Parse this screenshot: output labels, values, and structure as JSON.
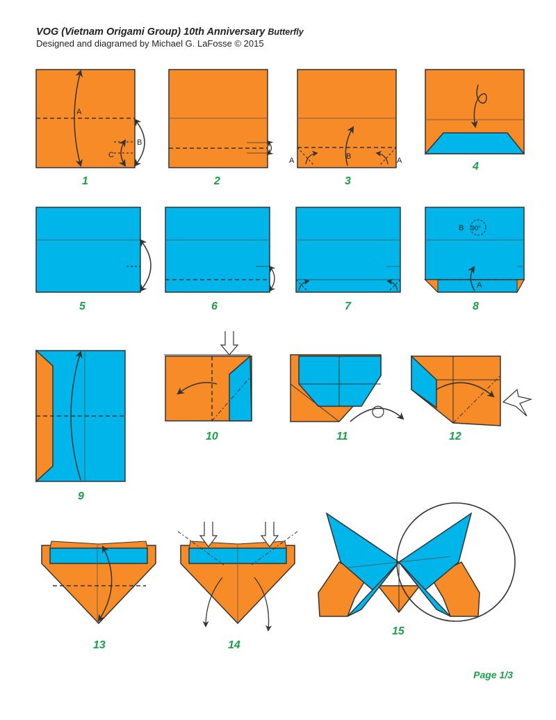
{
  "header": {
    "title": "VOG (Vietnam Origami Group) 10th Anniversary",
    "title_suffix": "Butterfly",
    "byline": "Designed and diagramed by Michael G. LaFosse © 2015"
  },
  "steps": [
    "1",
    "2",
    "3",
    "4",
    "5",
    "6",
    "7",
    "8",
    "9",
    "10",
    "11",
    "12",
    "13",
    "14",
    "15"
  ],
  "labels": {
    "a": "A",
    "b": "B",
    "c": "C",
    "deg": "90°"
  },
  "colors": {
    "orange": "#F68B27",
    "blue": "#00B5E9",
    "outline": "#333333",
    "green": "#1AA04A"
  },
  "footer": {
    "page": "Page 1/3"
  }
}
